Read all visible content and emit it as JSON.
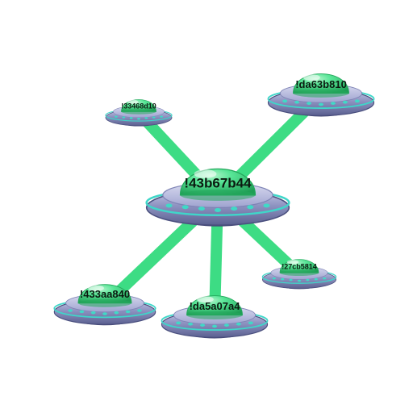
{
  "diagram": {
    "hub": {
      "id": "43b67b44",
      "label": "!43b67b44"
    },
    "nodes": [
      {
        "id": "33468d10",
        "label": "!33468d10"
      },
      {
        "id": "da63b810",
        "label": "!da63b810"
      },
      {
        "id": "433aa840",
        "label": "!433aa840"
      },
      {
        "id": "da5a07a4",
        "label": "!da5a07a4"
      },
      {
        "id": "27cb5814",
        "label": "!27cb5814"
      }
    ],
    "edges": [
      {
        "from": "43b67b44",
        "to": "33468d10"
      },
      {
        "from": "43b67b44",
        "to": "da63b810"
      },
      {
        "from": "43b67b44",
        "to": "433aa840"
      },
      {
        "from": "43b67b44",
        "to": "da5a07a4"
      },
      {
        "from": "43b67b44",
        "to": "27cb5814"
      }
    ],
    "colors": {
      "link": "#3ddc84",
      "dome": "#4ee28f",
      "dome_dark": "#24a85c",
      "hull": "#9499c4",
      "hull_dark": "#5f6493",
      "rim": "#3fd6c9",
      "lights": "#40d9c6"
    },
    "node_icon": "flying-saucer-icon"
  }
}
